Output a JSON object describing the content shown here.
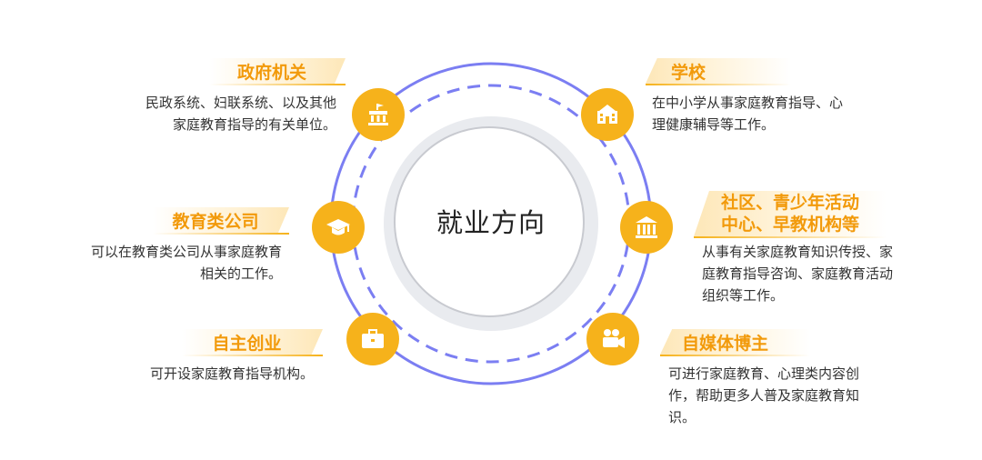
{
  "center_title": "就业方向",
  "colors": {
    "accent": "#f6b21b",
    "label_text": "#f29a0b",
    "ring": "#6f72f0",
    "ring_fill": "#eef0f4"
  },
  "items": [
    {
      "title": "政府机关",
      "desc": "民政系统、妇联系统、以及其他\n家庭教育指导的有关单位。",
      "icon": "government-building-icon"
    },
    {
      "title": "教育类公司",
      "desc": "可以在教育类公司从事家庭教育\n相关的工作。",
      "icon": "graduation-cap-icon"
    },
    {
      "title": "自主创业",
      "desc": "可开设家庭教育指导机构。",
      "icon": "briefcase-icon"
    },
    {
      "title": "学校",
      "desc": "在中小学从事家庭教育指导、心\n理健康辅导等工作。",
      "icon": "school-building-icon"
    },
    {
      "title_line1": "社区、青少年活动",
      "title_line2": "中心、早教机构等",
      "desc": "从事有关家庭教育知识传授、家\n庭教育指导咨询、家庭教育活动\n组织等工作。",
      "icon": "institution-icon"
    },
    {
      "title": "自媒体博主",
      "desc": "可进行家庭教育、心理类内容创\n作，帮助更多人普及家庭教育知\n识。",
      "icon": "video-camera-icon"
    }
  ]
}
